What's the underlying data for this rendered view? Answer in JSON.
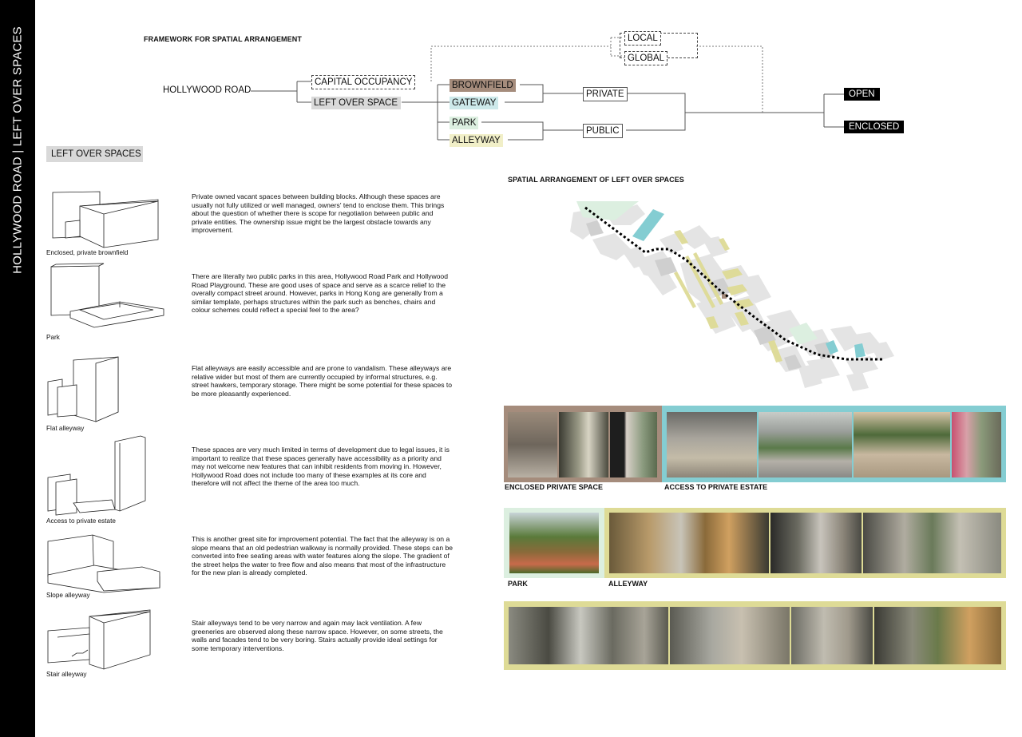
{
  "side_title": "HOLLYWOOD ROAD | LEFT OVER SPACES",
  "framework": {
    "title": "FRAMEWORK FOR SPATIAL ARRANGEMENT",
    "root": "HOLLYWOOD ROAD",
    "capital": "CAPITAL OCCUPANCY",
    "leftover": "LEFT OVER SPACE",
    "local": "LOCAL",
    "global": "GLOBAL",
    "brownfield": "BROWNFIELD",
    "gateway": "GATEWAY",
    "park": "PARK",
    "alleyway": "ALLEYWAY",
    "private": "PRIVATE",
    "public": "PUBLIC",
    "open": "OPEN",
    "enclosed": "ENCLOSED"
  },
  "section_head": "LEFT OVER SPACES",
  "items": [
    {
      "caption": "Enclosed, private brownfield",
      "text": "Private owned vacant spaces between building blocks. Although these spaces are usually not fully utilized or well managed, owners' tend to enclose them. This brings about the question of whether there is scope for negotiation between public and private entities. The ownership issue might be the largest obstacle towards any improvement."
    },
    {
      "caption": "Park",
      "text": "There are literally two public parks in this area, Hollywood Road Park and Hollywood Road Playground. These are good uses of space and serve as a scarce relief to the overally compact street around. However, parks in Hong Kong are generally from a similar template, perhaps structures within the park such as benches, chairs and colour schemes could reflect a special feel to the area?"
    },
    {
      "caption": "Flat alleyway",
      "text": "Flat alleyways are easily accessible and are prone to vandalism. These alleyways are relative wider but most of them are currently occupied by informal structures, e.g. street hawkers, temporary storage. There might be some potential for these spaces to be more pleasantly experienced."
    },
    {
      "caption": "Access to private estate",
      "text": "These spaces are very much limited in terms of development due to legal issues, it is important to realize that these spaces generally have accessibility as a priority and may not welcome new features that can inhibit residents from moving in. However, Hollywood Road does not include too many of these examples at its core and therefore will not affect the theme of the area too much."
    },
    {
      "caption": "Slope alleyway",
      "text": "This is another great site for improvement potential. The fact that the alleyway is on a slope means that an old pedestrian walkway is normally provided. These steps can be converted into free seating areas with water features along the slope. The gradient of the street helps the water to free flow and also means that most of the infrastructure for the new plan is already completed."
    },
    {
      "caption": "Stair alleyway",
      "text": "Stair alleyways tend to be very narrow and again may lack ventilation. A few greeneries are observed along these narrow space. However, on some streets, the walls and facades tend to be very boring. Stairs actually provide ideal settings for some temporary interventions."
    }
  ],
  "map_title": "SPATIAL ARRANGEMENT OF LEFT OVER SPACES",
  "gallery": {
    "enclosed": "ENCLOSED PRIVATE SPACE",
    "access": "ACCESS TO PRIVATE ESTATE",
    "park": "PARK",
    "alleyway": "ALLEYWAY"
  },
  "colors": {
    "brown": "#a58c7c",
    "cyan": "#84cdd2",
    "green": "#dcefe0",
    "yellow": "#dedb96"
  }
}
